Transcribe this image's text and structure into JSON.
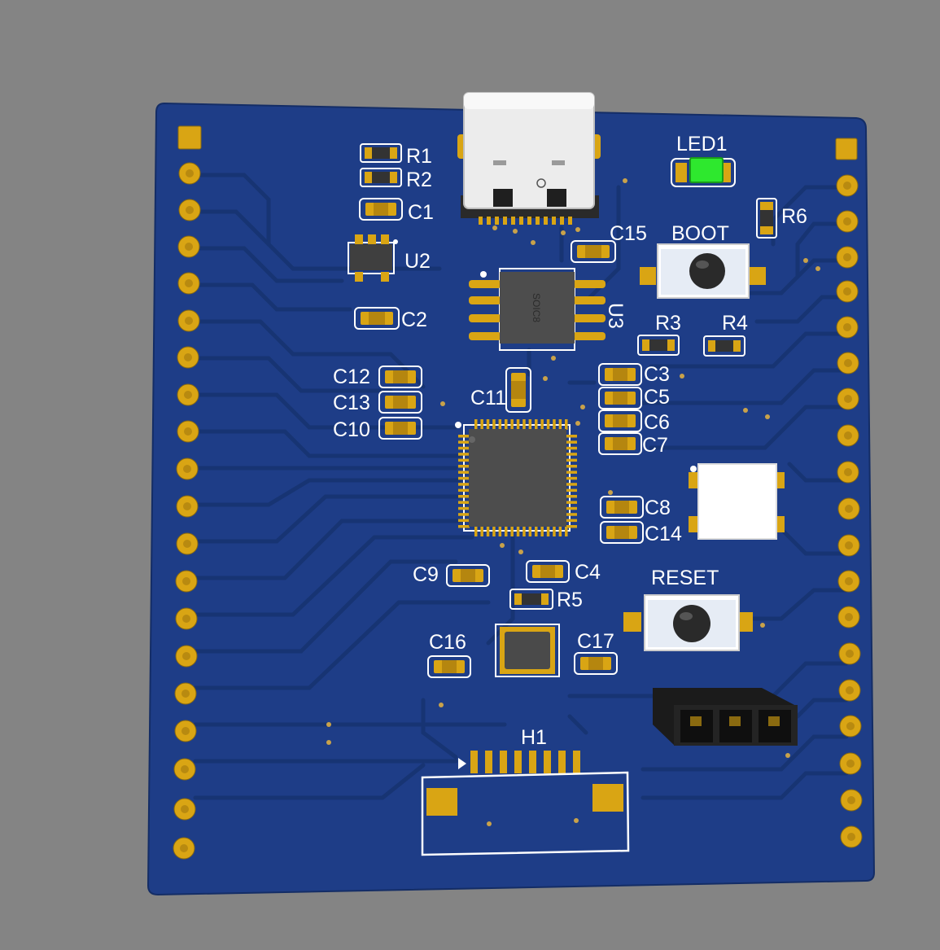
{
  "labels": {
    "r1": "R1",
    "r2": "R2",
    "c1": "C1",
    "u2": "U2",
    "c2": "C2",
    "c15": "C15",
    "led1": "LED1",
    "r6": "R6",
    "boot": "BOOT",
    "u3": "U3",
    "u3_package": "SOIC8",
    "r3": "R3",
    "r4": "R4",
    "c12": "C12",
    "c13": "C13",
    "c10": "C10",
    "c11": "C11",
    "c3": "C3",
    "c5": "C5",
    "c6": "C6",
    "c7": "C7",
    "c8": "C8",
    "c14": "C14",
    "c9": "C9",
    "c4": "C4",
    "r5": "R5",
    "reset": "RESET",
    "c16": "C16",
    "c17": "C17",
    "h1": "H1"
  },
  "colors": {
    "background": "#848484",
    "board": "#1e3d87",
    "trace": "#173473",
    "pad_gold": "#d9a514",
    "silkscreen": "#ffffff",
    "led_green": "#2ee82e",
    "ic_body": "#4a4a4a",
    "usb_metal": "#ececec",
    "header_black": "#1b1b1b"
  },
  "icons": {
    "usb": "usb-c-connector-icon",
    "led": "green-led-icon",
    "button": "tactile-button-icon",
    "mcu": "qfp-chip-icon"
  }
}
